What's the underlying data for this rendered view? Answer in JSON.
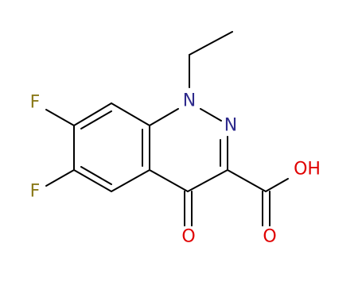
{
  "molecule": {
    "atoms": {
      "F1": {
        "symbol": "F",
        "color": "#8b7a1a"
      },
      "F2": {
        "symbol": "F",
        "color": "#8b7a1a"
      },
      "N1": {
        "symbol": "N",
        "color": "#2e2a8c"
      },
      "N2": {
        "symbol": "N",
        "color": "#2e2a8c"
      },
      "O_keto": {
        "symbol": "O",
        "color": "#e00000"
      },
      "O_acid_double": {
        "symbol": "O",
        "color": "#e00000"
      },
      "OH": {
        "symbol": "OH",
        "color": "#e00000"
      }
    },
    "colors": {
      "carbon_bond": "#000000",
      "nitrogen": "#2e2a8c",
      "oxygen": "#e00000",
      "fluorine": "#8b7a1a"
    }
  }
}
